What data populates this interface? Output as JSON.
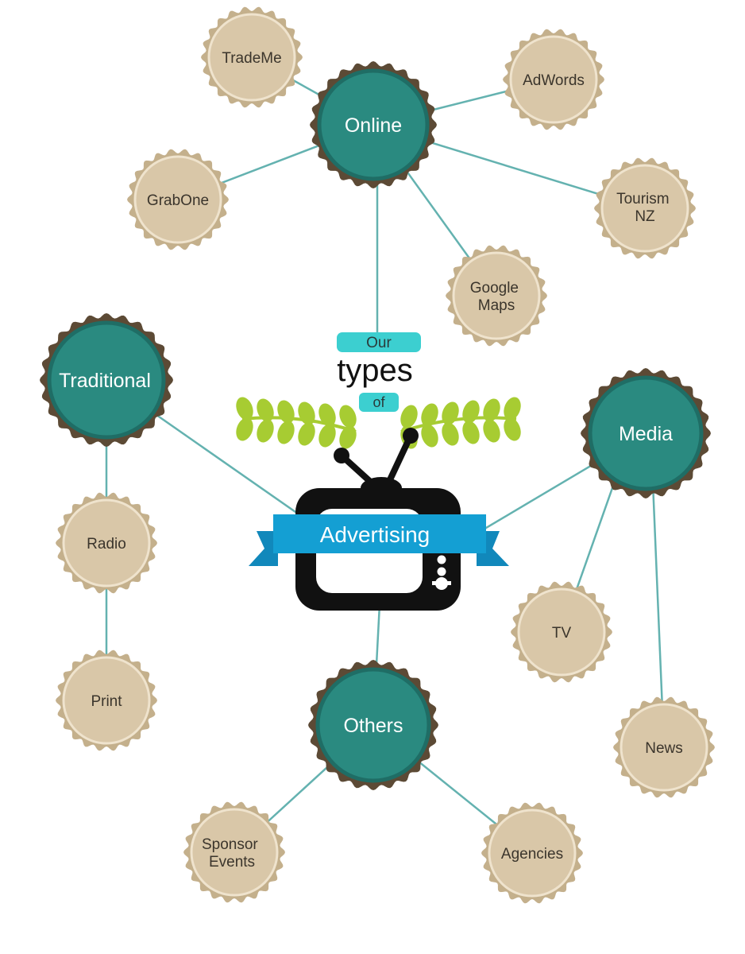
{
  "title": {
    "line1": "Our",
    "line2": "types",
    "line3": "of",
    "banner": "Advertising"
  },
  "colors": {
    "main_fill": "#2a8a80",
    "main_ring": "#5c4a35",
    "sub_fill": "#d9c7a8",
    "sub_ring": "#c4b08c",
    "connector": "#64b2b0",
    "pill": "#3ccfd0",
    "ribbon": "#149fd3",
    "leaf": "#a7cc32",
    "tv": "#111111"
  },
  "nodes": {
    "online": "Online",
    "traditional": "Traditional",
    "media": "Media",
    "others": "Others",
    "trademe": "TradeMe",
    "adwords": "AdWords",
    "grabone": "GrabOne",
    "tourism_nz": [
      "Tourism",
      "NZ"
    ],
    "google_maps": [
      "Google",
      "Maps"
    ],
    "radio": "Radio",
    "print": "Print",
    "tv": "TV",
    "news": "News",
    "sponsor_events": [
      "Sponsor",
      "Events"
    ],
    "agencies": "Agencies"
  }
}
